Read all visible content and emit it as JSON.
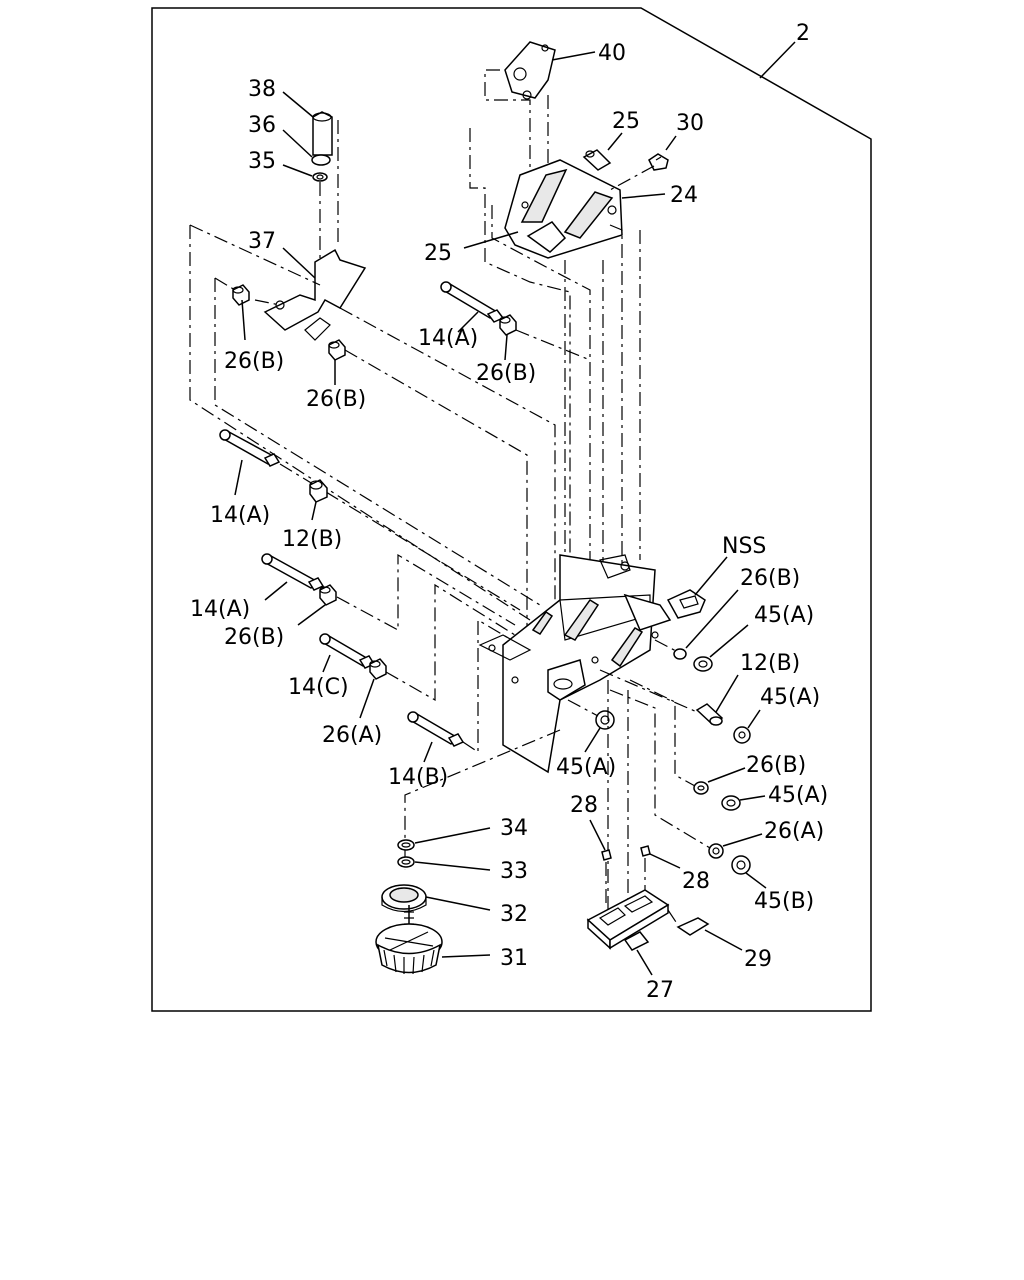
{
  "callouts": [
    {
      "id": "c2",
      "text": "2"
    },
    {
      "id": "c40",
      "text": "40"
    },
    {
      "id": "c38",
      "text": "38"
    },
    {
      "id": "c36",
      "text": "36"
    },
    {
      "id": "c35",
      "text": "35"
    },
    {
      "id": "c25a",
      "text": "25"
    },
    {
      "id": "c30",
      "text": "30"
    },
    {
      "id": "c24",
      "text": "24"
    },
    {
      "id": "c25b",
      "text": "25"
    },
    {
      "id": "c37",
      "text": "37"
    },
    {
      "id": "c14a1",
      "text": "14(A)"
    },
    {
      "id": "c26b1",
      "text": "26(B)"
    },
    {
      "id": "c26b2",
      "text": "26(B)"
    },
    {
      "id": "c26b3",
      "text": "26(B)"
    },
    {
      "id": "c14a2",
      "text": "14(A)"
    },
    {
      "id": "c12b1",
      "text": "12(B)"
    },
    {
      "id": "c14a3",
      "text": "14(A)"
    },
    {
      "id": "c26b4",
      "text": "26(B)"
    },
    {
      "id": "cnss",
      "text": "NSS"
    },
    {
      "id": "c26b5",
      "text": "26(B)"
    },
    {
      "id": "c45a1",
      "text": "45(A)"
    },
    {
      "id": "c14c",
      "text": "14(C)"
    },
    {
      "id": "c12b2",
      "text": "12(B)"
    },
    {
      "id": "c26a1",
      "text": "26(A)"
    },
    {
      "id": "c45a2",
      "text": "45(A)"
    },
    {
      "id": "c14b",
      "text": "14(B)"
    },
    {
      "id": "c45a3",
      "text": "45(A)"
    },
    {
      "id": "c26b6",
      "text": "26(B)"
    },
    {
      "id": "c45a4",
      "text": "45(A)"
    },
    {
      "id": "c34",
      "text": "34"
    },
    {
      "id": "c28a",
      "text": "28"
    },
    {
      "id": "c26a2",
      "text": "26(A)"
    },
    {
      "id": "c33",
      "text": "33"
    },
    {
      "id": "c28b",
      "text": "28"
    },
    {
      "id": "c45b",
      "text": "45(B)"
    },
    {
      "id": "c32",
      "text": "32"
    },
    {
      "id": "c31",
      "text": "31"
    },
    {
      "id": "c29",
      "text": "29"
    },
    {
      "id": "c27",
      "text": "27"
    }
  ]
}
